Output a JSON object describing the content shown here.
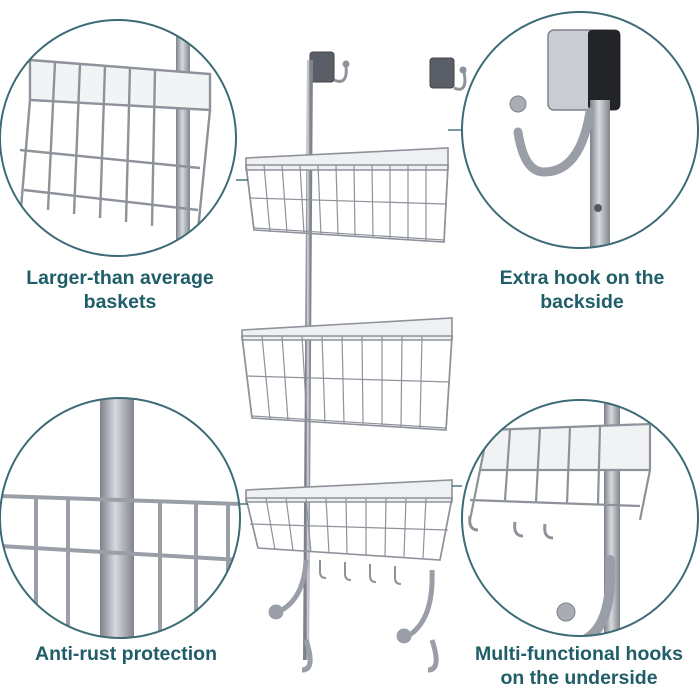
{
  "labels": {
    "top_left": {
      "line1": "Larger-than average",
      "line2": "baskets"
    },
    "top_right": {
      "line1": "Extra hook on the",
      "line2": "backside"
    },
    "bottom_left": {
      "line1": "Anti-rust protection"
    },
    "bottom_right": {
      "line1": "Multi-functional hooks",
      "line2": "on the underside"
    }
  },
  "colors": {
    "label_text": "#1f5d68",
    "circle_border": "#3d6b75",
    "wire": "#9a9ea6",
    "wire_dark": "#6f737b",
    "background": "#ffffff"
  }
}
